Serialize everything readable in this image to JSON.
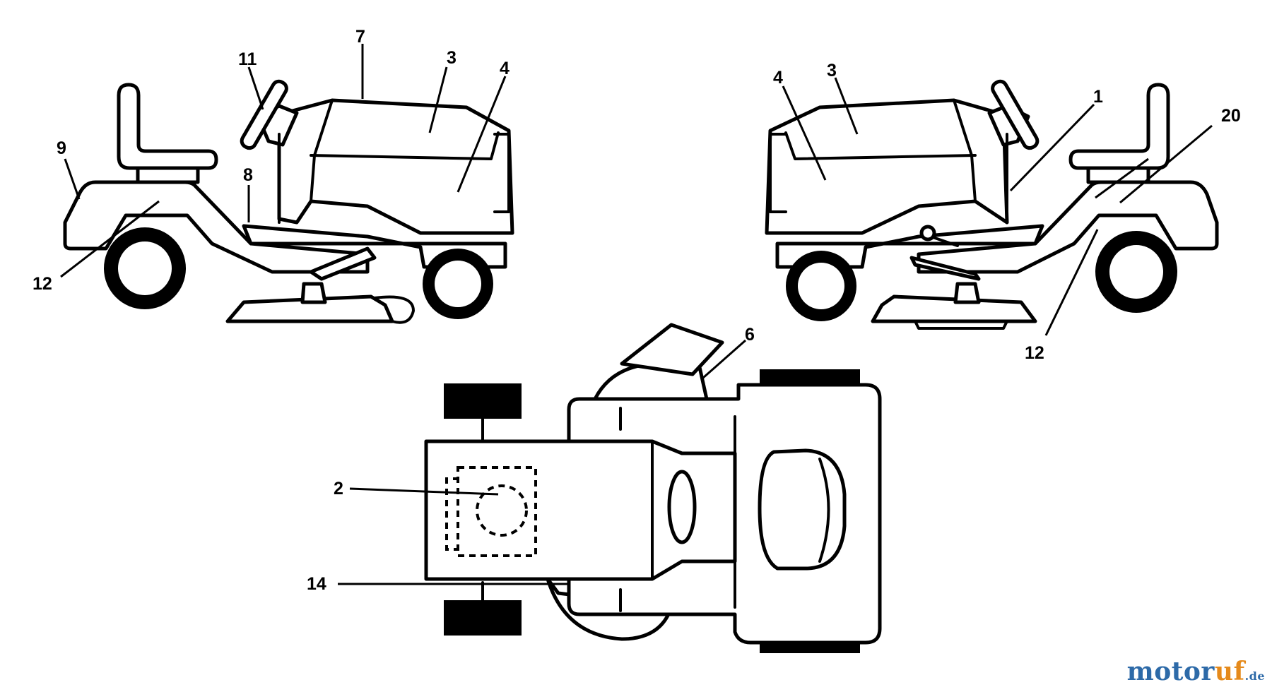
{
  "callouts": {
    "left_side_view": [
      "11",
      "7",
      "3",
      "4",
      "9",
      "8",
      "12"
    ],
    "right_side_view": [
      "4",
      "3",
      "1",
      "20",
      "12"
    ],
    "top_view": [
      "6",
      "2",
      "14"
    ]
  },
  "watermark": {
    "text_main": "motor",
    "text_accent": "uf",
    "tld": ".de",
    "colors": {
      "main": "#2d6aa8",
      "accent": "#e58a1c"
    }
  }
}
